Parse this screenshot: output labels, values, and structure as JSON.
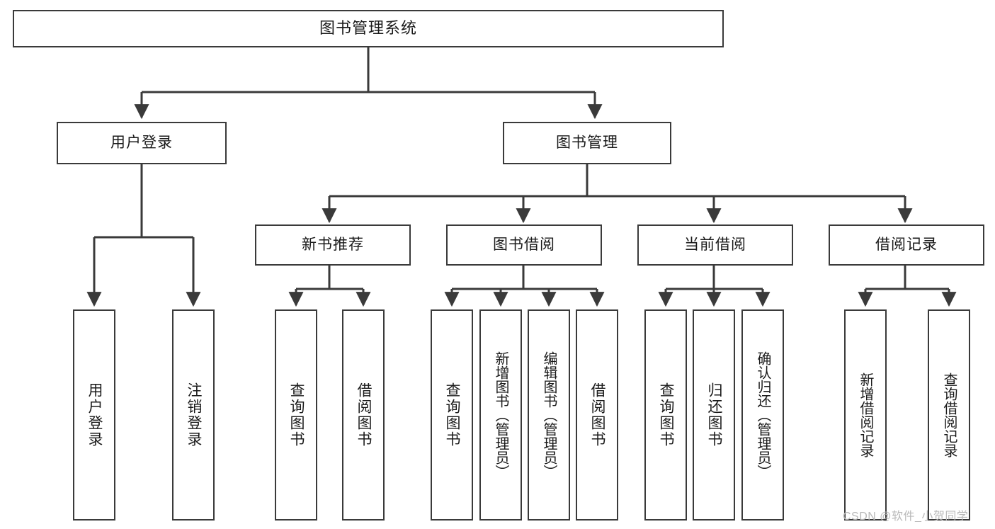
{
  "diagram": {
    "title": "图书管理系统",
    "type": "hierarchy-tree",
    "root": {
      "id": "root",
      "label": "图书管理系统"
    },
    "level2": [
      {
        "id": "user-login",
        "label": "用户登录"
      },
      {
        "id": "book-manage",
        "label": "图书管理"
      }
    ],
    "level3": [
      {
        "id": "new-book-rec",
        "label": "新书推荐",
        "parent": "book-manage"
      },
      {
        "id": "book-borrow",
        "label": "图书借阅",
        "parent": "book-manage"
      },
      {
        "id": "current-borrow",
        "label": "当前借阅",
        "parent": "book-manage"
      },
      {
        "id": "borrow-record",
        "label": "借阅记录",
        "parent": "book-manage"
      }
    ],
    "leaves": [
      {
        "id": "leaf-user-login",
        "label": "用户登录",
        "parent": "user-login"
      },
      {
        "id": "leaf-logout-login",
        "label": "注销登录",
        "parent": "user-login"
      },
      {
        "id": "leaf-query-book-1",
        "label": "查询图书",
        "parent": "new-book-rec"
      },
      {
        "id": "leaf-borrow-book-1",
        "label": "借阅图书",
        "parent": "new-book-rec"
      },
      {
        "id": "leaf-query-book-2",
        "label": "查询图书",
        "parent": "book-borrow"
      },
      {
        "id": "leaf-add-book",
        "label": "新增图书（管理员）",
        "parent": "book-borrow"
      },
      {
        "id": "leaf-edit-book",
        "label": "编辑图书（管理员）",
        "parent": "book-borrow"
      },
      {
        "id": "leaf-borrow-book-2",
        "label": "借阅图书",
        "parent": "book-borrow"
      },
      {
        "id": "leaf-query-book-3",
        "label": "查询图书",
        "parent": "current-borrow"
      },
      {
        "id": "leaf-return-book",
        "label": "归还图书",
        "parent": "current-borrow"
      },
      {
        "id": "leaf-confirm-return",
        "label": "确认归还（管理员）",
        "parent": "current-borrow"
      },
      {
        "id": "leaf-add-record",
        "label": "新增借阅记录",
        "parent": "borrow-record"
      },
      {
        "id": "leaf-query-record",
        "label": "查询借阅记录",
        "parent": "borrow-record"
      }
    ]
  },
  "watermark": {
    "text": "CSDN @软件_小贺同学"
  },
  "colors": {
    "stroke": "#3a3a3a",
    "background": "#ffffff",
    "text": "#1a1a1a",
    "watermark": "#b9b9b9"
  }
}
